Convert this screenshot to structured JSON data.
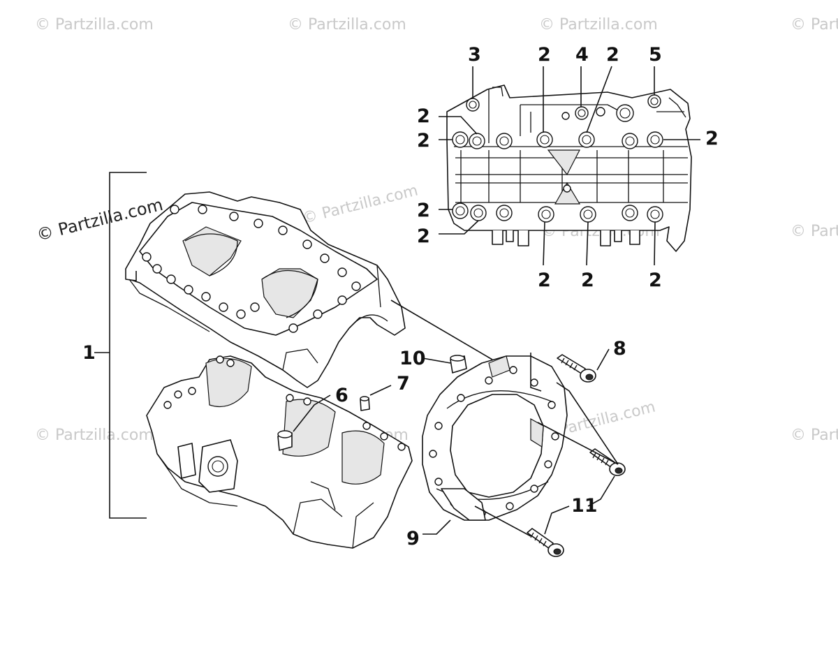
{
  "watermark": {
    "text": "© Partzilla.com"
  },
  "callouts": {
    "c1": "1",
    "c2": "2",
    "c3": "3",
    "c4": "4",
    "c5": "5",
    "c6": "6",
    "c7": "7",
    "c8": "8",
    "c9": "9",
    "c10": "10",
    "c11": "11"
  }
}
